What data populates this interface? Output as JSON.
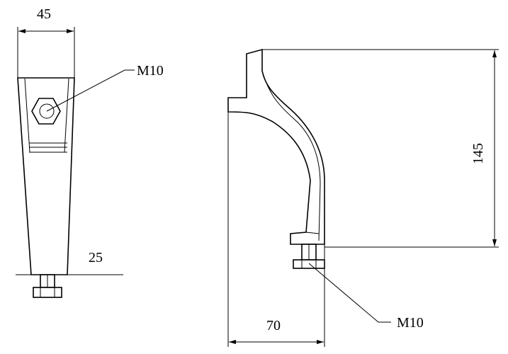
{
  "front_view": {
    "width_dim": "45",
    "thread_label": "M10",
    "bottom_dim": "25"
  },
  "side_view": {
    "height_dim": "145",
    "width_dim": "70",
    "thread_label": "M10"
  }
}
